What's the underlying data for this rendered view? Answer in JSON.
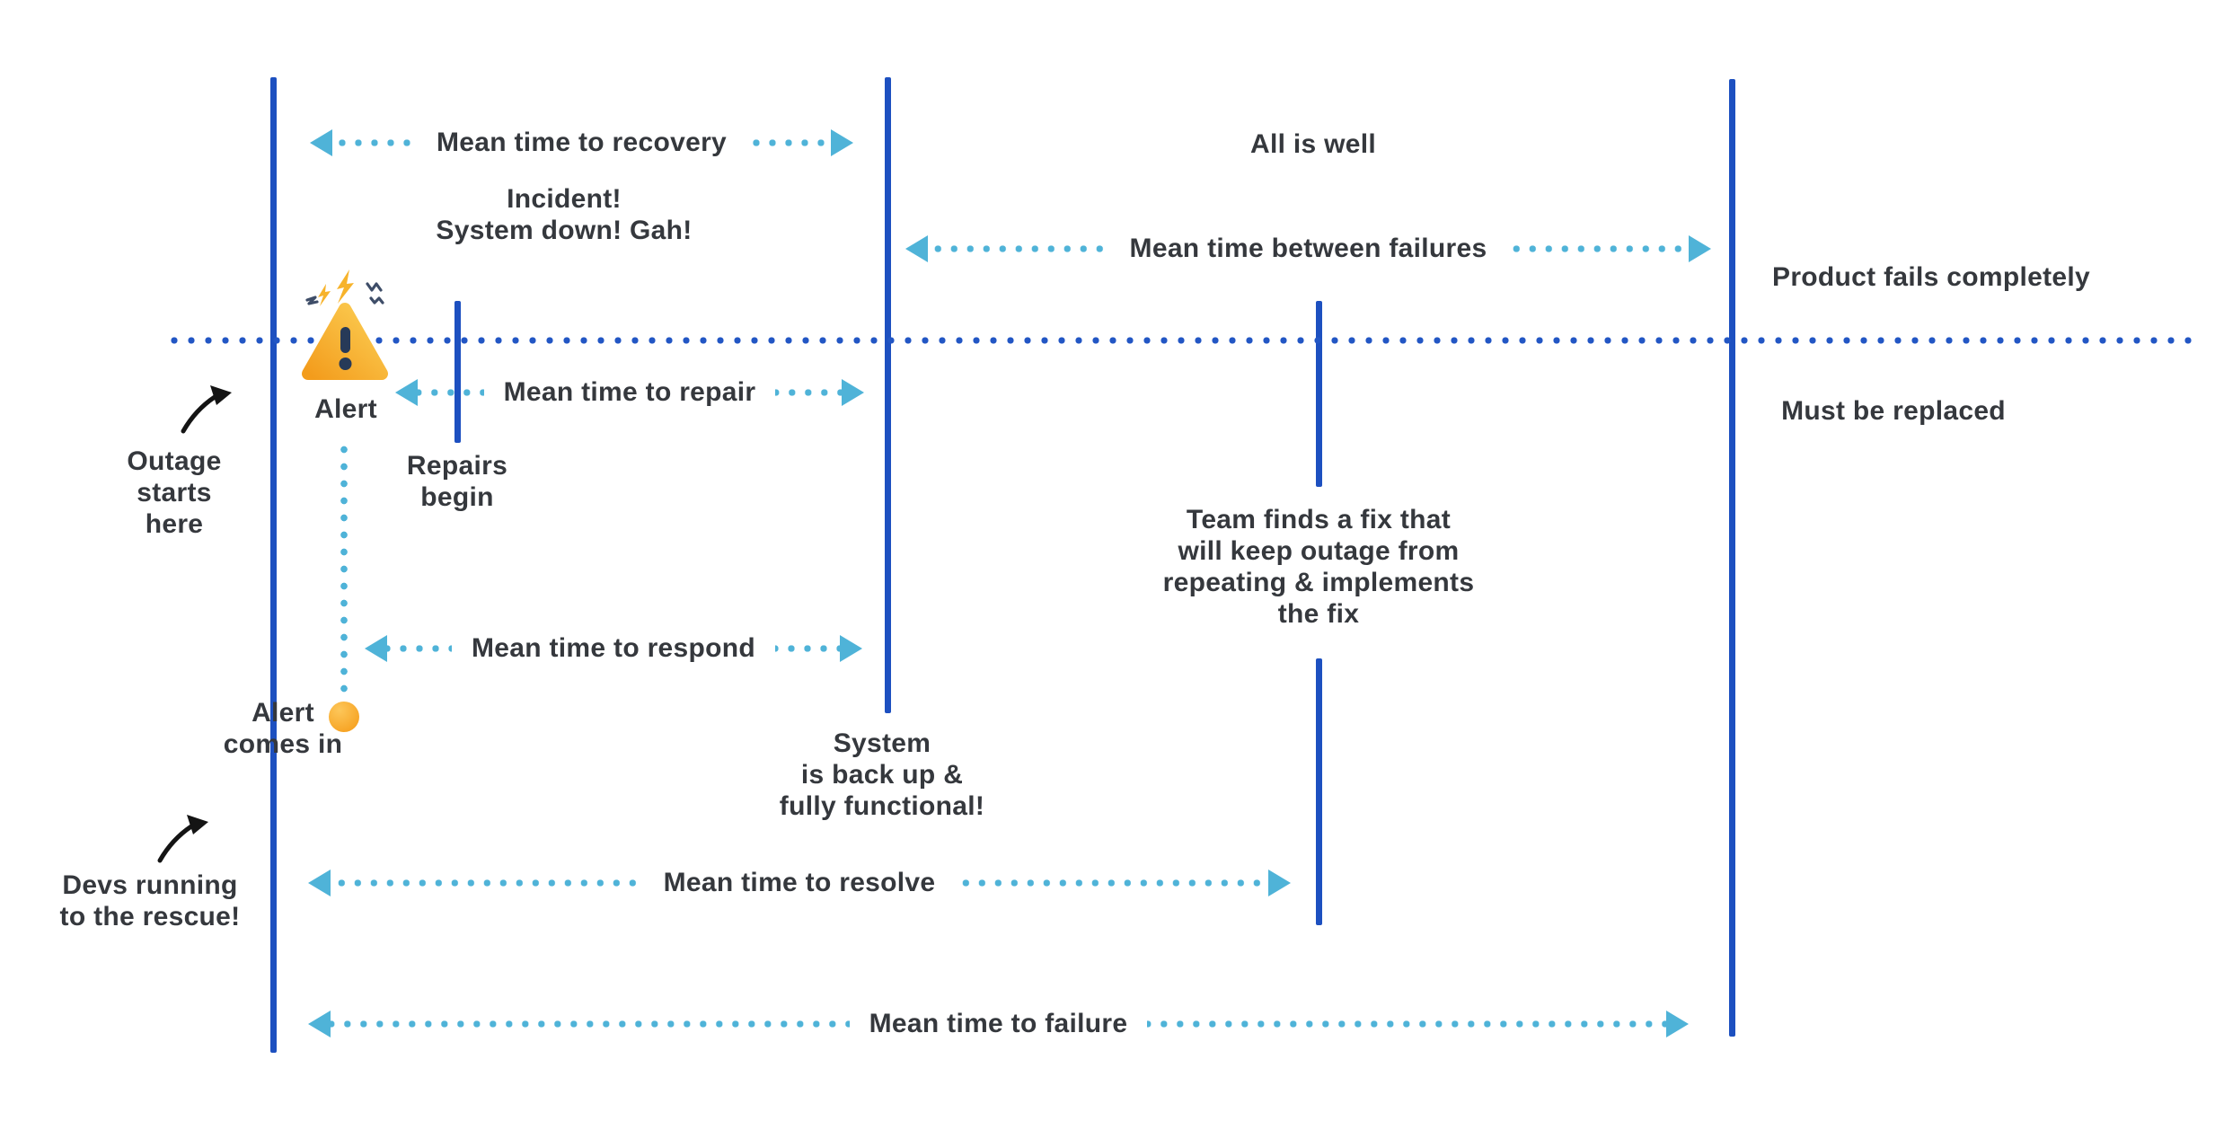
{
  "colors": {
    "line_navy": "#1d50c0",
    "dot_navy": "#2256c4",
    "cyan": "#4fb3d8",
    "text_dark": "#35383d",
    "arrow_black": "#141414",
    "alert_gold": "#f5a623",
    "alert_gold_light": "#fcc24c",
    "spark_navy": "#3e4d68"
  },
  "metric_arrows": [
    {
      "id": "recovery",
      "label": "Mean time to recovery"
    },
    {
      "id": "between-failures",
      "label": "Mean time between failures"
    },
    {
      "id": "repair",
      "label": "Mean time to repair"
    },
    {
      "id": "respond",
      "label": "Mean time to respond"
    },
    {
      "id": "resolve",
      "label": "Mean time to resolve"
    },
    {
      "id": "failure",
      "label": "Mean time to failure"
    }
  ],
  "annotations": {
    "incident": [
      "Incident!",
      "System down! Gah!"
    ],
    "all_is_well": "All is well",
    "product_fails": "Product fails completely",
    "must_be_replaced": "Must be replaced",
    "alert": "Alert",
    "outage_starts": [
      "Outage",
      "starts",
      "here"
    ],
    "repairs_begin": [
      "Repairs",
      "begin"
    ],
    "team_fix": [
      "Team finds a fix that",
      "will keep outage from",
      "repeating & implements",
      "the fix"
    ],
    "alert_comes_in": [
      "Alert",
      "comes in"
    ],
    "system_back": [
      "System",
      "is back up &",
      "fully functional!"
    ],
    "devs_running": [
      "Devs running",
      "to the rescue!"
    ]
  },
  "icons": {
    "warning_triangle": "warning-triangle-icon",
    "alert_incoming_dot": "alert-incoming-dot",
    "outage_pointer": "curved-arrow-icon",
    "devs_pointer": "curved-arrow-icon"
  }
}
